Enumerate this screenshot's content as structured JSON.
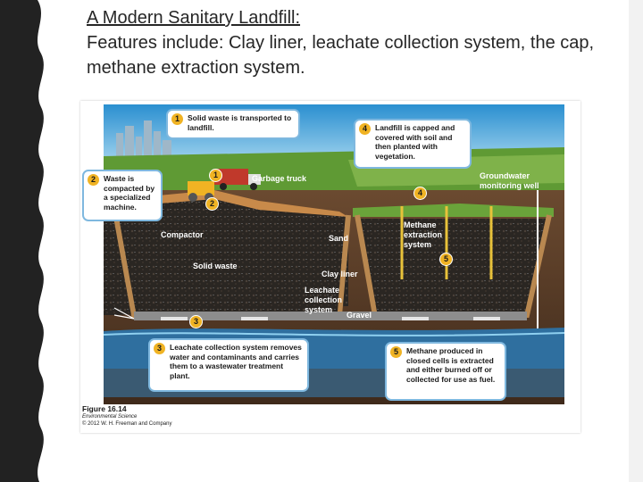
{
  "slide": {
    "heading": "A Modern Sanitary Landfill: ",
    "body": "Features include: Clay liner, leachate collection system, the cap, methane extraction system."
  },
  "figure": {
    "callouts": [
      {
        "num": "1",
        "text": "Solid waste is transported to landfill."
      },
      {
        "num": "2",
        "text": "Waste is compacted by a specialized machine."
      },
      {
        "num": "3",
        "text": "Leachate collection system removes water and contaminants and carries them to a wastewater treatment plant."
      },
      {
        "num": "4",
        "text": "Landfill is capped and covered with soil and then planted with vegetation."
      },
      {
        "num": "5",
        "text": "Methane produced in closed cells is extracted and either burned off or collected for use as fuel."
      }
    ],
    "labels": {
      "garbage_truck": "Garbage truck",
      "groundwater_well": "Groundwater monitoring well",
      "compactor": "Compactor",
      "sand": "Sand",
      "methane_system": "Methane extraction system",
      "solid_waste": "Solid waste",
      "clay_liner": "Clay liner",
      "leachate_system": "Leachate collection system",
      "gravel": "Gravel"
    },
    "markers": [
      "1",
      "2",
      "3",
      "4",
      "5"
    ],
    "caption": {
      "figure_number": "Figure 16.14",
      "source": "Environmental Science",
      "copyright": "© 2012 W. H. Freeman and Company"
    }
  },
  "colors": {
    "callout_border": "#7fb8df",
    "number_badge": "#f0b323",
    "sky": "#2f9fd3",
    "grass": "#4f8a2e",
    "soil": "#5b3b26",
    "background_band": "#222222"
  }
}
